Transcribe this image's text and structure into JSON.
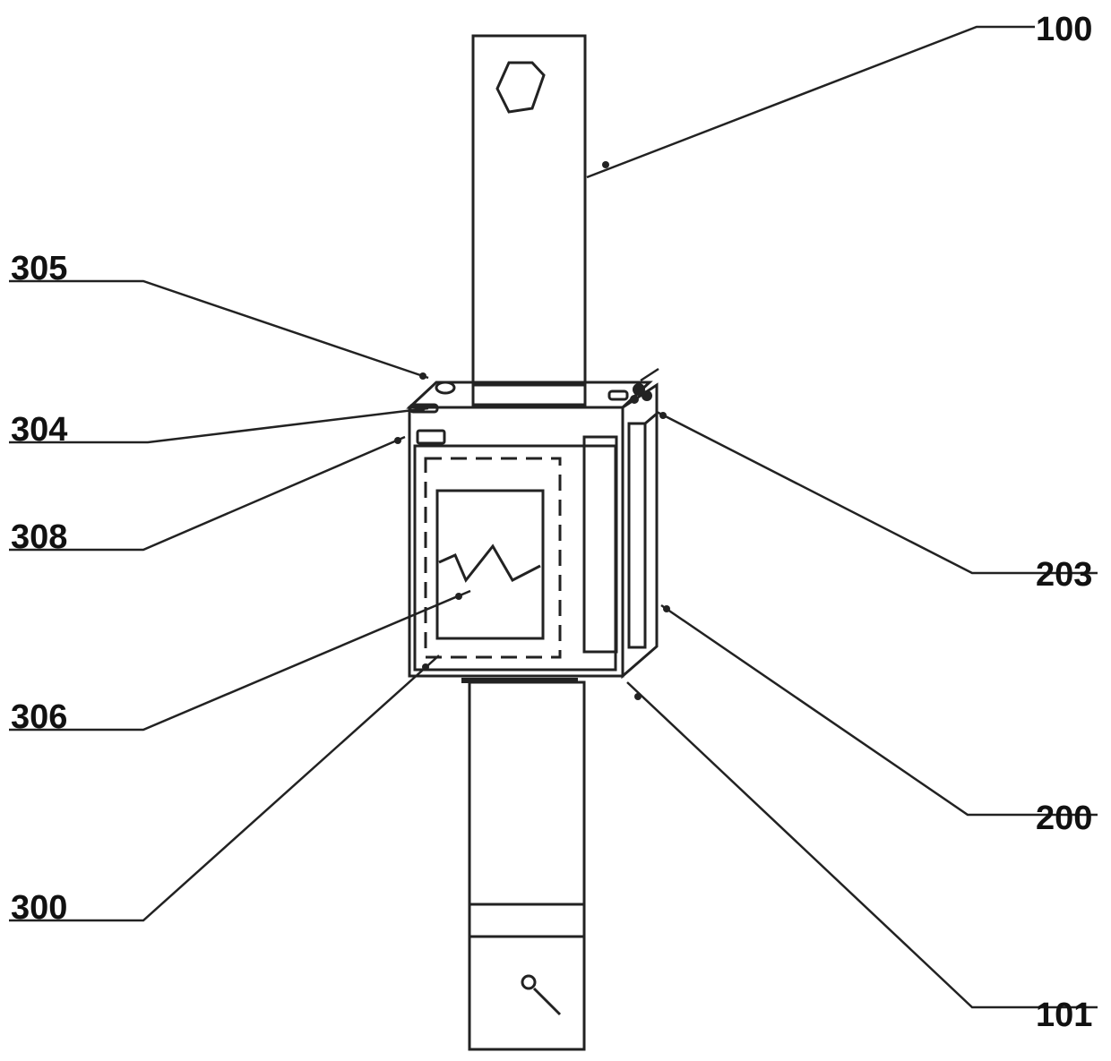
{
  "labels": {
    "l100": "100",
    "l101": "101",
    "l200": "200",
    "l203": "203",
    "l300": "300",
    "l304": "304",
    "l305": "305",
    "l306": "306",
    "l308": "308"
  }
}
